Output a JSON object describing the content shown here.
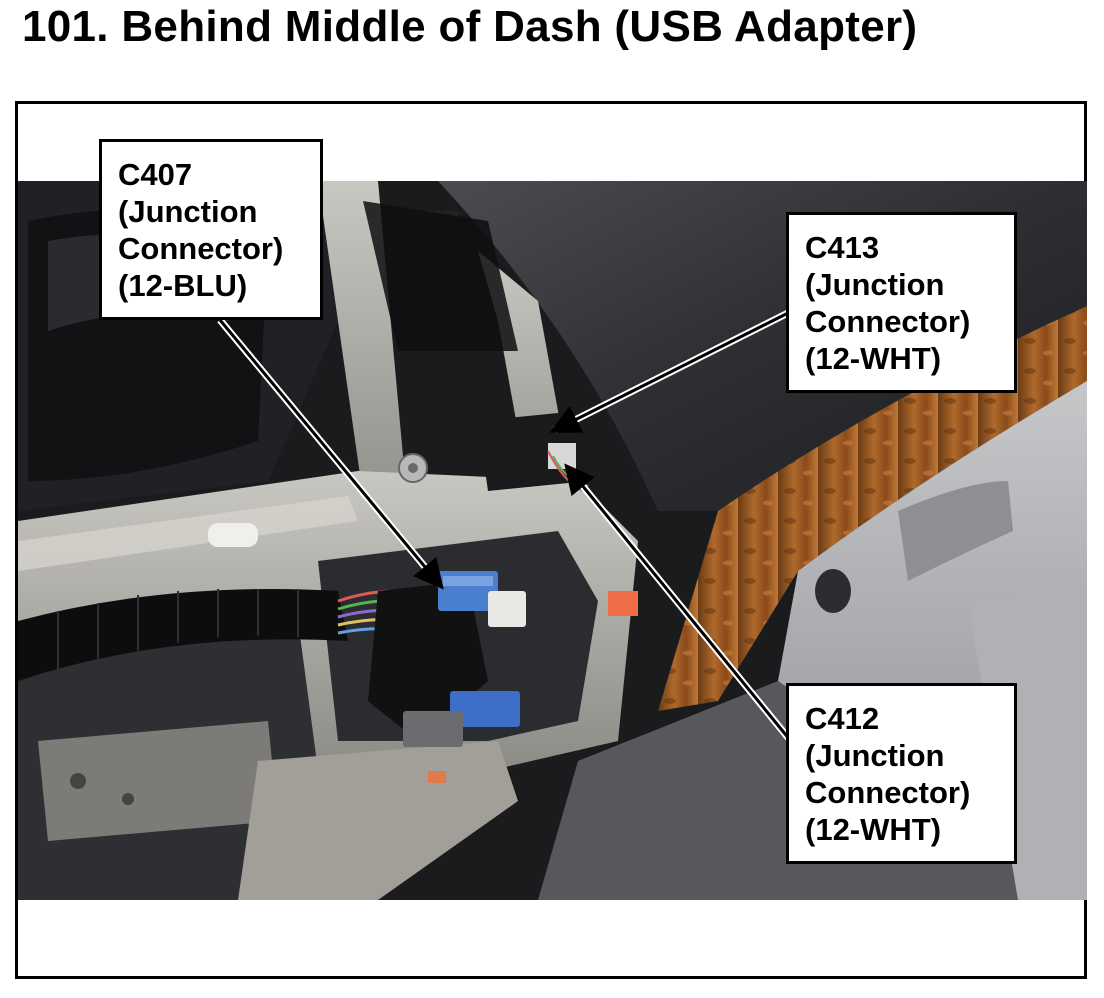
{
  "title": "101.  Behind Middle of Dash (USB Adapter)",
  "callouts": {
    "c407": {
      "lines": [
        "C407",
        "(Junction",
        "Connector)",
        "(12-BLU)"
      ]
    },
    "c413": {
      "lines": [
        "C413",
        "(Junction",
        "Connector)",
        "(12-WHT)"
      ]
    },
    "c412": {
      "lines": [
        "C412",
        "(Junction",
        "Connector)",
        "(12-WHT)"
      ]
    }
  },
  "colors": {
    "frame": "#000000",
    "trim_gray": "#a9a7a1",
    "dash_black": "#2a2b2e",
    "woodgrain": "#9b5a22",
    "connector_blue": "#4a7fd0",
    "connector_white": "#e8e8e4",
    "carpet": "#5a5c61"
  }
}
